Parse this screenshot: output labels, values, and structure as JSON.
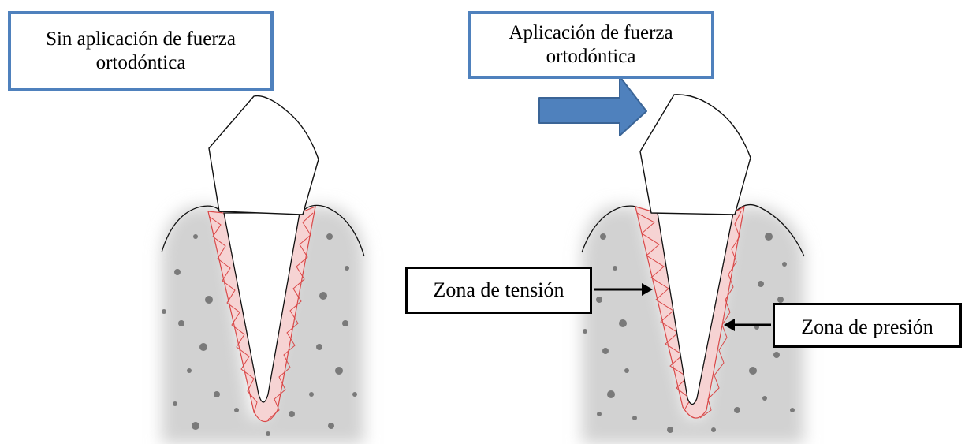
{
  "labels": {
    "without_force": "Sin aplicación de fuerza ortodóntica",
    "with_force": "Aplicación de fuerza ortodóntica",
    "tension_zone": "Zona de tensión",
    "pressure_zone": "Zona de presión"
  },
  "colors": {
    "box_border_blue": "#4f81bd",
    "force_arrow": "#4f81bd",
    "ligament": "#e05a5a",
    "bone": "#cfcfcf"
  },
  "icons": {
    "force_arrow": "right-arrow",
    "label_arrows": "left-arrow"
  }
}
